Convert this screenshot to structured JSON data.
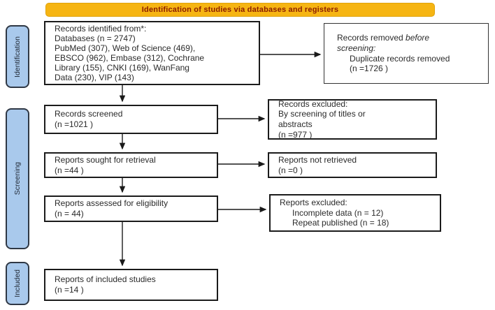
{
  "banner": {
    "title": "Identification of studies via databases and registers"
  },
  "colors": {
    "banner_bg": "#F6B513",
    "banner_text": "#8B1C00",
    "stage_bg": "#A9C9EC",
    "stage_border": "#2F3845",
    "box_border": "#1B1B1B",
    "arrow": "#1A1A1A"
  },
  "stages": [
    {
      "label": "Identification"
    },
    {
      "label": "Screening"
    },
    {
      "label": "Included"
    }
  ],
  "boxes": {
    "identified": {
      "lines": [
        "Records identified from*:",
        "Databases (n = 2747)",
        "PubMed (307),  Web of Science (469),",
        "EBSCO (962),  Embase (312),  Cochrane",
        "Library (155),  CNKI (169),  WanFang",
        "Data (230),  VIP (143)"
      ]
    },
    "removed": {
      "normal": "Records removed ",
      "italic1": "before",
      "italic2": "screening:",
      "indent_lines": [
        "Duplicate records removed",
        "(n =1726 )"
      ]
    },
    "screened": {
      "lines": [
        "Records screened",
        "(n =1021 )"
      ]
    },
    "records_excluded": {
      "lines": [
        "Records excluded:",
        "By screening of titles or",
        "abstracts",
        "(n =977 )"
      ]
    },
    "sought": {
      "lines": [
        "Reports sought for retrieval",
        "(n =44 )"
      ]
    },
    "not_retrieved": {
      "lines": [
        "Reports not retrieved",
        "(n =0 )"
      ]
    },
    "assessed": {
      "lines": [
        "Reports assessed for eligibility",
        "(n = 44)"
      ]
    },
    "reports_excluded": {
      "lines": [
        "Reports excluded:",
        "Incomplete data (n = 12)",
        "Repeat published (n = 18)"
      ]
    },
    "included": {
      "lines": [
        "Reports of included studies",
        "(n =14 )"
      ]
    }
  }
}
